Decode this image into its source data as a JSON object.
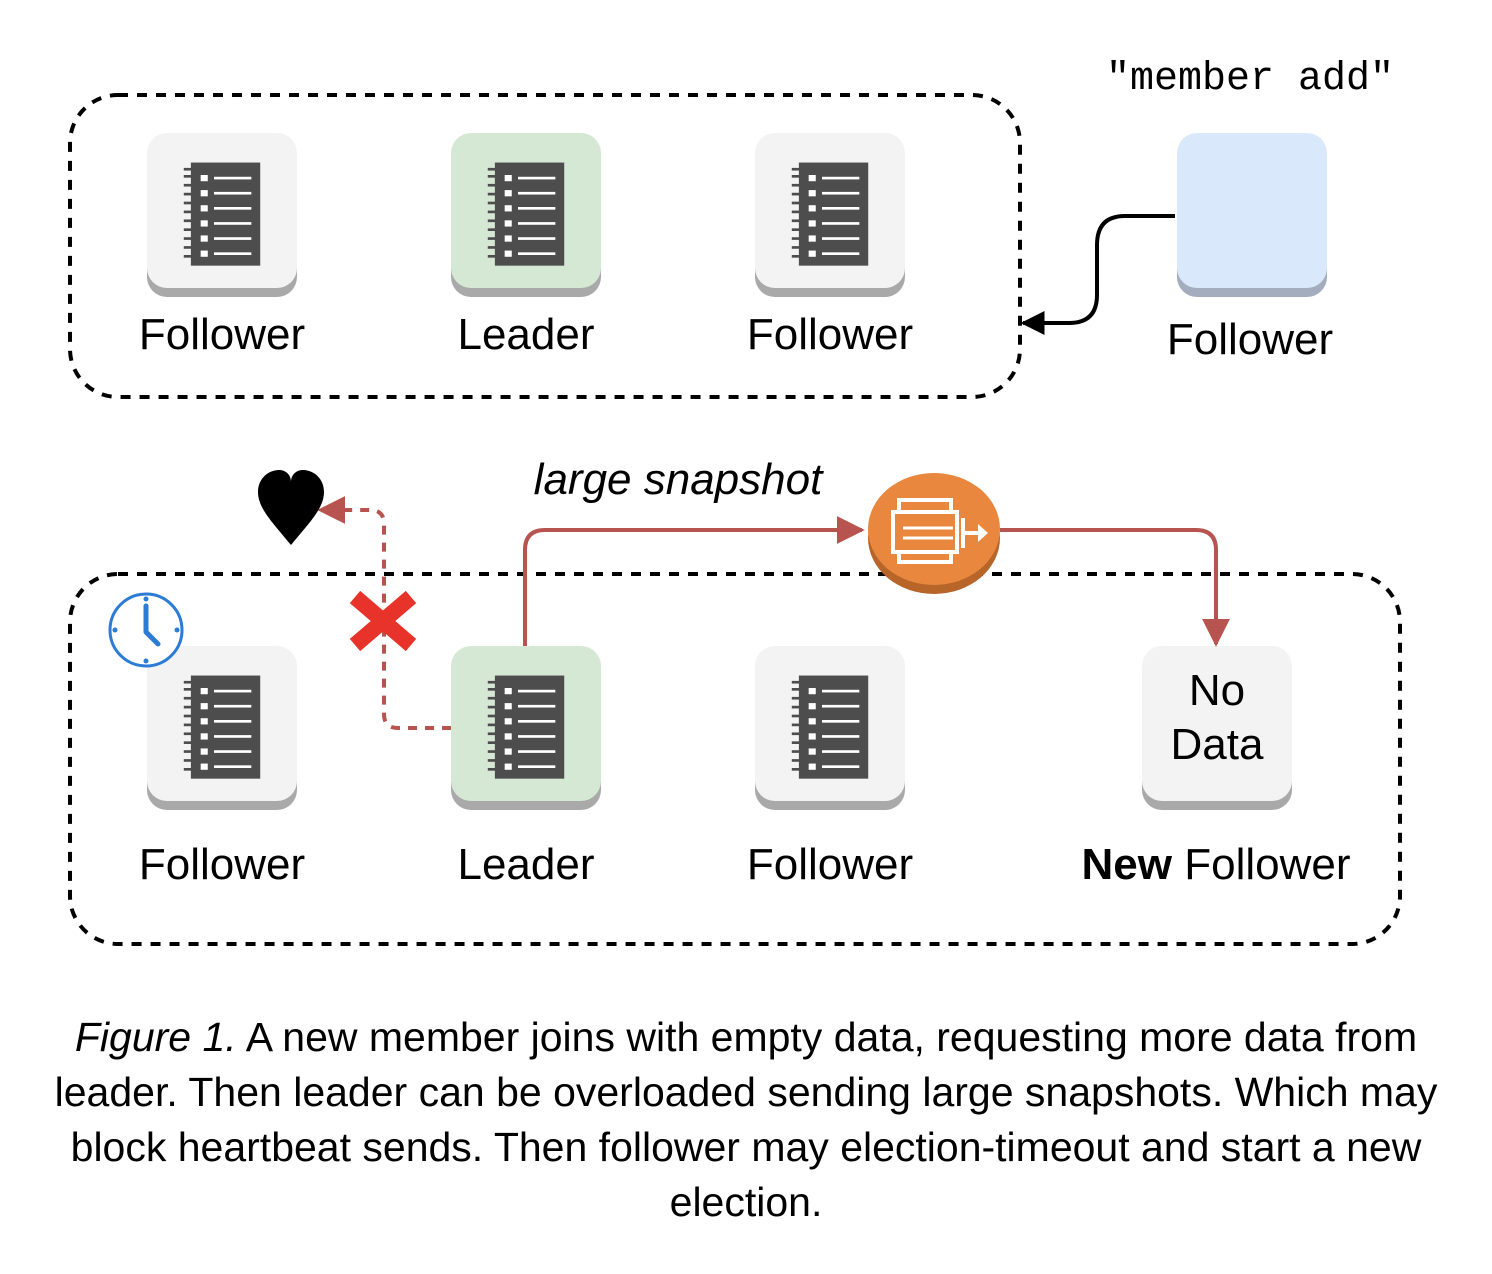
{
  "command": "\"member add\"",
  "top_cluster": {
    "nodes": [
      {
        "label": "Follower",
        "role": "follower",
        "icon": "server-list-icon",
        "color": "#f3f3f3"
      },
      {
        "label": "Leader",
        "role": "leader",
        "icon": "server-list-icon",
        "color": "#d5e8d4"
      },
      {
        "label": "Follower",
        "role": "follower",
        "icon": "server-list-icon",
        "color": "#f3f3f3"
      }
    ]
  },
  "joining_member": {
    "label": "Follower",
    "color": "#dae8fc"
  },
  "bottom_cluster": {
    "nodes": [
      {
        "label": "Follower",
        "role": "follower",
        "icon": "server-list-icon",
        "badge": "clock-icon",
        "color": "#f3f3f3"
      },
      {
        "label": "Leader",
        "role": "leader",
        "icon": "server-list-icon",
        "color": "#d5e8d4"
      },
      {
        "label": "Follower",
        "role": "follower",
        "icon": "server-list-icon",
        "color": "#f3f3f3"
      },
      {
        "label_bold": "New",
        "label_rest": " Follower",
        "role": "new-follower",
        "content_line1": "No",
        "content_line2": "Data",
        "color": "#f3f3f3"
      }
    ]
  },
  "snapshot": {
    "label": "large snapshot",
    "icon": "snapshot-transfer-icon",
    "color": "#e8873d"
  },
  "heartbeat": {
    "icon": "heart-icon",
    "blocked_icon": "x-mark-icon",
    "blocked_color": "#e8332a"
  },
  "colors": {
    "arrow": "#b85450",
    "dashed": "#000000"
  },
  "caption": {
    "figure": "Figure 1.",
    "text": " A new member joins with empty data, requesting more data from leader. Then leader can be overloaded sending large snapshots. Which may block heartbeat sends. Then follower may election-timeout and start a new election."
  }
}
